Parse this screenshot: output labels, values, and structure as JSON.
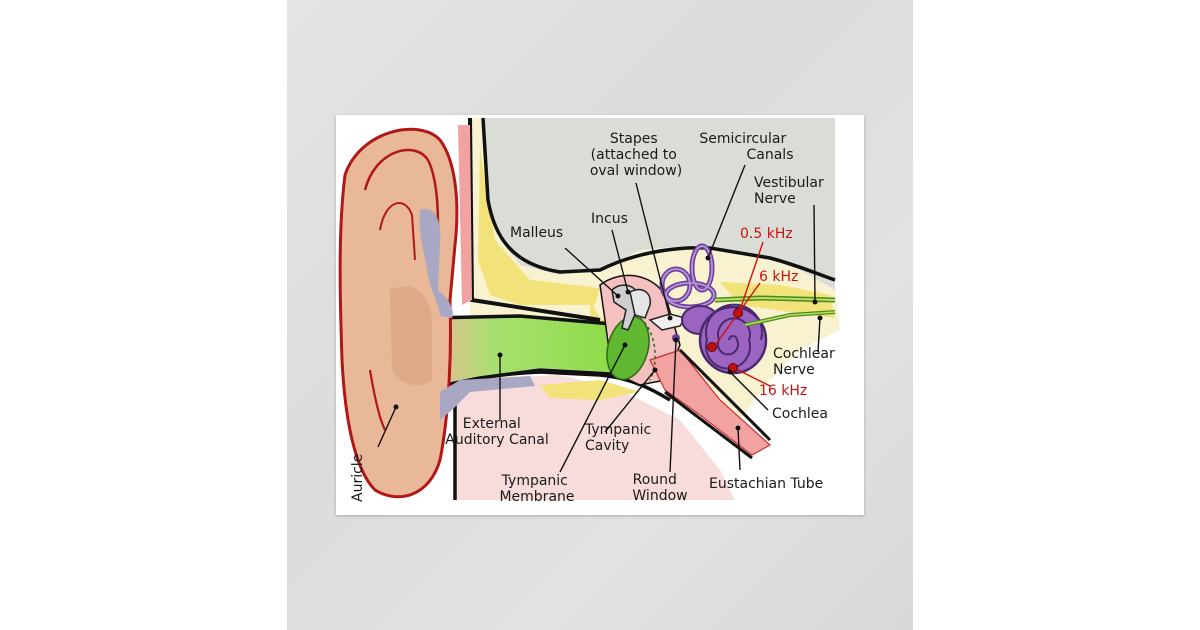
{
  "labels": {
    "auricle": "Auricle",
    "external_canal": [
      "External",
      "Auditory Canal"
    ],
    "tympanic_membrane": [
      "Tympanic",
      "Membrane"
    ],
    "tympanic_cavity": [
      "Tympanic",
      "Cavity"
    ],
    "round_window": [
      "Round",
      "Window"
    ],
    "eustachian_tube": "Eustachian Tube",
    "cochlea": "Cochlea",
    "cochlear_nerve": [
      "Cochlear",
      "Nerve"
    ],
    "vestibular_nerve": [
      "Vestibular",
      "Nerve"
    ],
    "semicircular_canals": [
      "Semicircular",
      "Canals"
    ],
    "stapes": [
      "Stapes",
      "(attached to",
      "oval window)"
    ],
    "incus": "Incus",
    "malleus": "Malleus"
  },
  "frequencies": [
    "0.5 kHz",
    "6 kHz",
    "16 kHz"
  ],
  "colors": {
    "skin": "#e9b898",
    "skin_outline": "#b01818",
    "bone": "#f7f0c8",
    "bone_yellow": "#f2e27a",
    "canal_green": "#8fdc4a",
    "membrane_green": "#5fb830",
    "cochlea_purple": "#9a64c0",
    "tube_pink": "#f3a2a2",
    "cartilage_blue": "#a8a8c4",
    "gray_area": "#d9ddd6",
    "label_red": "#d01010"
  }
}
